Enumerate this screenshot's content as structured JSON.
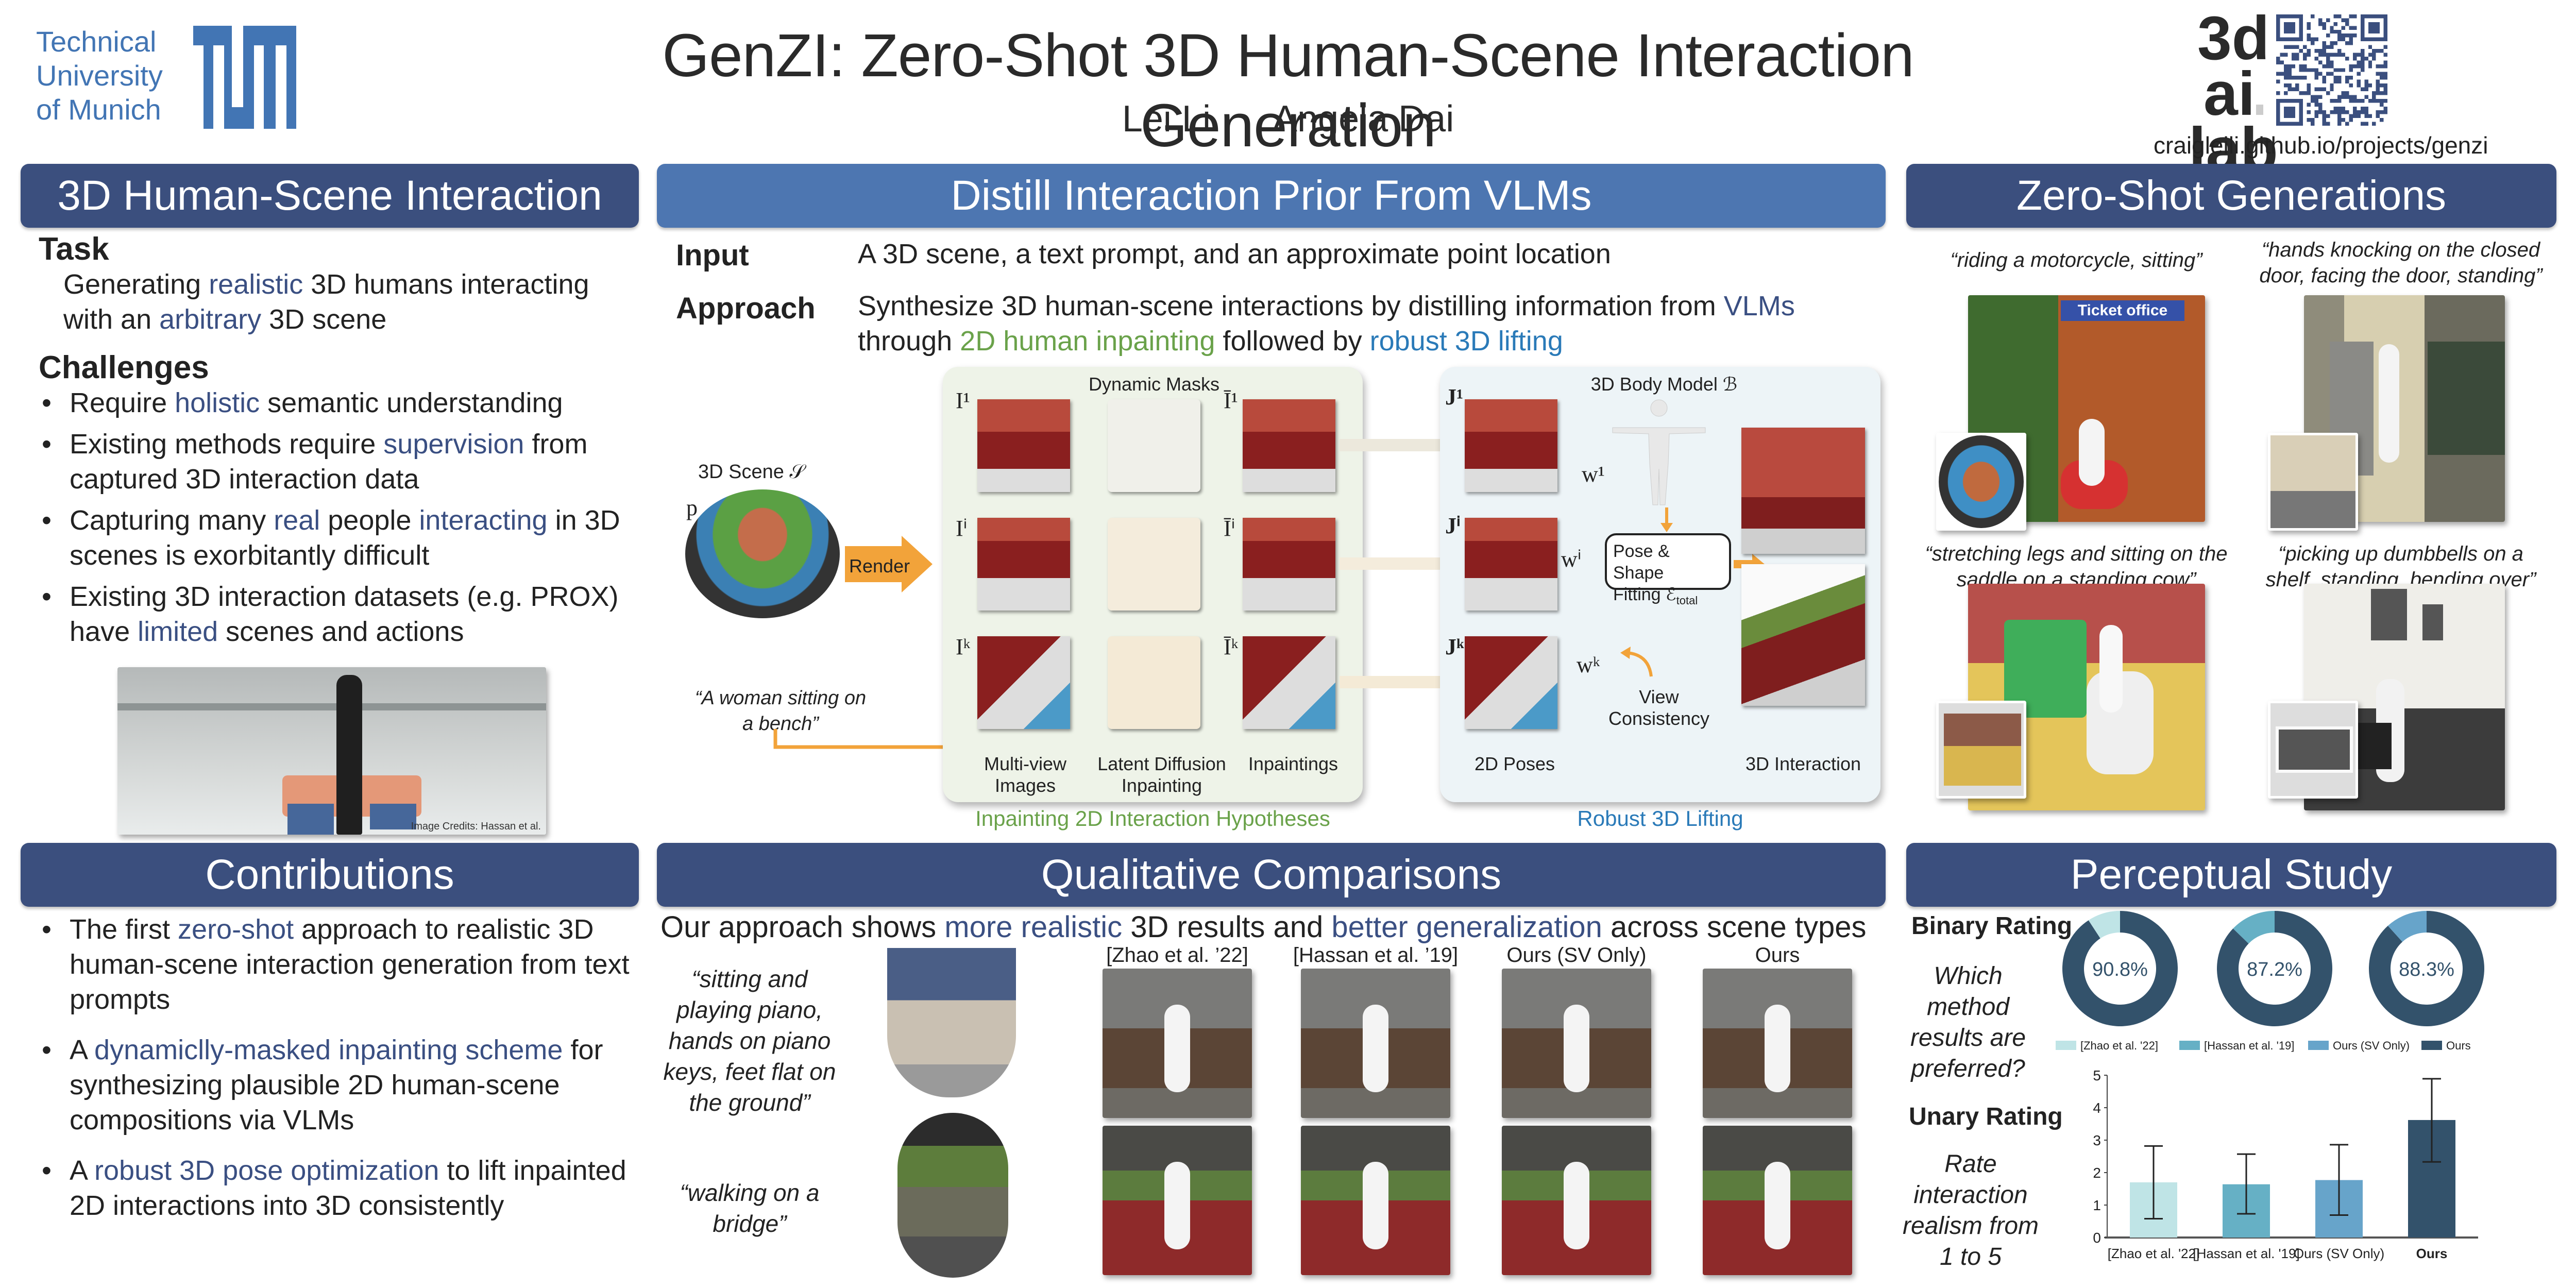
{
  "header": {
    "institution": [
      "Technical",
      "University",
      "of Munich"
    ],
    "title": "GenZI: Zero-Shot 3D Human-Scene Interaction Generation",
    "authors": [
      "Lei Li",
      "Angela Dai"
    ],
    "lab_logo": [
      "3d ai",
      "lab"
    ],
    "project_url": "craigleili.github.io/projects/genzi"
  },
  "colors": {
    "banner": "#3b4f7e",
    "banner_light": "#4d76b1",
    "highlight": "#3a4f82",
    "inpaint_green": "#6aa24a",
    "lifting_blue": "#2a7ab8",
    "arrow_orange": "#f2a33a",
    "tum_blue": "#4275b4"
  },
  "hsi": {
    "heading": "3D Human-Scene Interaction",
    "task_heading": "Task",
    "task_text": [
      {
        "t": "Generating ",
        "h": false
      },
      {
        "t": "realistic",
        "h": true
      },
      {
        "t": " 3D humans interacting with an ",
        "h": false
      },
      {
        "t": "arbitrary",
        "h": true
      },
      {
        "t": " 3D scene",
        "h": false
      }
    ],
    "challenges_heading": "Challenges",
    "challenges": [
      [
        {
          "t": "Require ",
          "h": false
        },
        {
          "t": "holistic",
          "h": true
        },
        {
          "t": " semantic understanding",
          "h": false
        }
      ],
      [
        {
          "t": "Existing methods require ",
          "h": false
        },
        {
          "t": "supervision",
          "h": true
        },
        {
          "t": " from captured 3D interaction data",
          "h": false
        }
      ],
      [
        {
          "t": "Capturing many ",
          "h": false
        },
        {
          "t": "real",
          "h": true
        },
        {
          "t": " people ",
          "h": false
        },
        {
          "t": "interacting",
          "h": true
        },
        {
          "t": " in 3D scenes is exorbitantly difficult",
          "h": false
        }
      ],
      [
        {
          "t": "Existing 3D interaction datasets (e.g. PROX) have ",
          "h": false
        },
        {
          "t": "limited",
          "h": true
        },
        {
          "t": " scenes and actions",
          "h": false
        }
      ]
    ],
    "image_credit": "Image Credits: Hassan et al."
  },
  "contributions": {
    "heading": "Contributions",
    "items": [
      [
        {
          "t": "The first ",
          "h": false
        },
        {
          "t": "zero-shot",
          "h": true
        },
        {
          "t": " approach to realistic 3D human-scene interaction generation from text prompts",
          "h": false
        }
      ],
      [
        {
          "t": "A ",
          "h": false
        },
        {
          "t": "dynamiclly-masked inpainting scheme",
          "h": true
        },
        {
          "t": " for synthesizing plausible 2D human-scene compositions via VLMs",
          "h": false
        }
      ],
      [
        {
          "t": "A ",
          "h": false
        },
        {
          "t": "robust 3D pose optimization",
          "h": true
        },
        {
          "t": " to lift inpainted 2D interactions into 3D consistently",
          "h": false
        }
      ]
    ]
  },
  "distill": {
    "heading": "Distill Interaction Prior From VLMs",
    "input_label": "Input",
    "input_text": "A 3D scene, a text prompt, and an approximate point location",
    "approach_label": "Approach",
    "approach_text": [
      {
        "t": "Synthesize 3D human-scene interactions by distilling information from ",
        "c": ""
      },
      {
        "t": "VLMs",
        "c": "hl"
      },
      {
        "t": " through ",
        "c": ""
      },
      {
        "t": "2D human inpainting",
        "c": "hl-green"
      },
      {
        "t": " followed by ",
        "c": ""
      },
      {
        "t": "robust 3D lifting",
        "c": "hl-blue"
      }
    ],
    "diagram": {
      "scene_label": "3D Scene 𝒮",
      "point_label": "p",
      "render_label": "Render",
      "prompt": "“A woman sitting on a bench”",
      "dynamic_masks": "Dynamic Masks",
      "view_labels": [
        "I¹",
        "Iⁱ",
        "Iᵏ"
      ],
      "inpaint_labels": [
        "Ī¹",
        "Īⁱ",
        "Īᵏ"
      ],
      "pose_labels": [
        "J¹",
        "Jⁱ",
        "Jᵏ"
      ],
      "weight_labels": [
        "w¹",
        "wⁱ",
        "wᵏ"
      ],
      "col_multiview": [
        "Multi-view",
        "Images"
      ],
      "col_latent": [
        "Latent Diffusion",
        "Inpainting"
      ],
      "col_inpaintings": "Inpaintings",
      "body_model": "3D Body Model ℬ",
      "fitting": [
        "Pose & Shape",
        "Fitting  ℰ"
      ],
      "fitting_sub": "total",
      "view_consistency": [
        "View",
        "Consistency"
      ],
      "col_2d_poses": "2D Poses",
      "col_3d_interaction": "3D Interaction",
      "stage1": "Inpainting 2D Interaction Hypotheses",
      "stage2": "Robust 3D Lifting"
    }
  },
  "qualitative": {
    "heading": "Qualitative Comparisons",
    "summary": [
      {
        "t": "Our approach shows ",
        "h": false
      },
      {
        "t": "more realistic",
        "h": true
      },
      {
        "t": " 3D results and ",
        "h": false
      },
      {
        "t": "better generalization",
        "h": true
      },
      {
        "t": " across scene types",
        "h": false
      }
    ],
    "columns": [
      "[Zhao et al. ’22]",
      "[Hassan et al. ’19]",
      "Ours (SV Only)",
      "Ours"
    ],
    "rows": [
      {
        "prompt": "“sitting and playing piano, hands on piano keys, feet flat on the ground”"
      },
      {
        "prompt": "“walking on a bridge”"
      }
    ]
  },
  "zeroshot": {
    "heading": "Zero-Shot Generations",
    "items": [
      {
        "prompt": "“riding a motorcycle, sitting”"
      },
      {
        "prompt": "“hands knocking on the closed door, facing the door, standing”"
      },
      {
        "prompt": "“stretching legs and sitting on the saddle on a standing cow”"
      },
      {
        "prompt": "“picking up dumbbells on a shelf, standing, bending over”"
      }
    ],
    "sign_text": "Ticket office"
  },
  "perceptual": {
    "heading": "Perceptual Study",
    "binary_title": "Binary Rating",
    "binary_question": "Which method results are preferred?",
    "unary_title": "Unary Rating",
    "unary_question": "Rate interaction realism from 1 to 5"
  },
  "chart_data": [
    {
      "type": "pie",
      "title": "Binary Rating",
      "description": "Donut charts: percentage preferring Ours vs each baseline",
      "series": [
        {
          "name": "Ours vs [Zhao et al. '22]",
          "values": [
            {
              "label": "Ours",
              "value": 90.8,
              "color": "#33526b"
            },
            {
              "label": "[Zhao et al. '22]",
              "value": 9.2,
              "color": "#bfe4e6"
            }
          ],
          "center_label": "90.8%"
        },
        {
          "name": "Ours vs [Hassan et al. '19]",
          "values": [
            {
              "label": "Ours",
              "value": 87.2,
              "color": "#33526b"
            },
            {
              "label": "[Hassan et al. '19]",
              "value": 12.8,
              "color": "#66b0c5"
            }
          ],
          "center_label": "87.2%"
        },
        {
          "name": "Ours vs Ours (SV Only)",
          "values": [
            {
              "label": "Ours",
              "value": 88.3,
              "color": "#33526b"
            },
            {
              "label": "Ours (SV Only)",
              "value": 11.7,
              "color": "#67a4ca"
            }
          ],
          "center_label": "88.3%"
        }
      ],
      "legend": [
        "[Zhao et al. '22]",
        "[Hassan et al. '19]",
        "Ours (SV Only)",
        "Ours"
      ],
      "legend_colors": [
        "#bfe4e6",
        "#66b0c5",
        "#67a4ca",
        "#33526b"
      ],
      "legend_position": "bottom"
    },
    {
      "type": "bar",
      "title": "Unary Rating",
      "categories": [
        "[Zhao et al. '22]",
        "[Hassan et al. '19]",
        "Ours (SV Only)",
        "Ours"
      ],
      "values": [
        1.7,
        1.64,
        1.77,
        3.62
      ],
      "error_low": [
        0.58,
        0.73,
        0.69,
        2.33
      ],
      "error_high": [
        2.82,
        2.57,
        2.86,
        4.89
      ],
      "colors": [
        "#bfe4e6",
        "#66b0c5",
        "#67a4ca",
        "#33526b"
      ],
      "xlabel": "",
      "ylabel": "",
      "ylim": [
        0,
        5
      ],
      "yticks": [
        0,
        1,
        2,
        3,
        4,
        5
      ],
      "grid": false
    }
  ]
}
